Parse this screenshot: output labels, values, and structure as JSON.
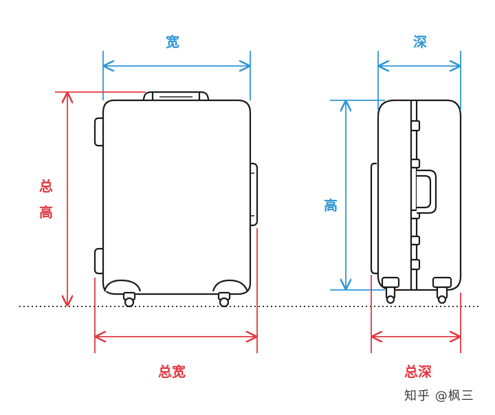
{
  "labels": {
    "front_width": "宽",
    "side_depth": "深",
    "side_height": "高",
    "total_height_1": "总",
    "total_height_2": "高",
    "total_width": "总宽",
    "total_depth": "总深"
  },
  "watermark": "知乎 @枫三",
  "colors": {
    "blue": "#2e96d4",
    "red": "#e2373f",
    "outline": "#1a1a1a"
  }
}
